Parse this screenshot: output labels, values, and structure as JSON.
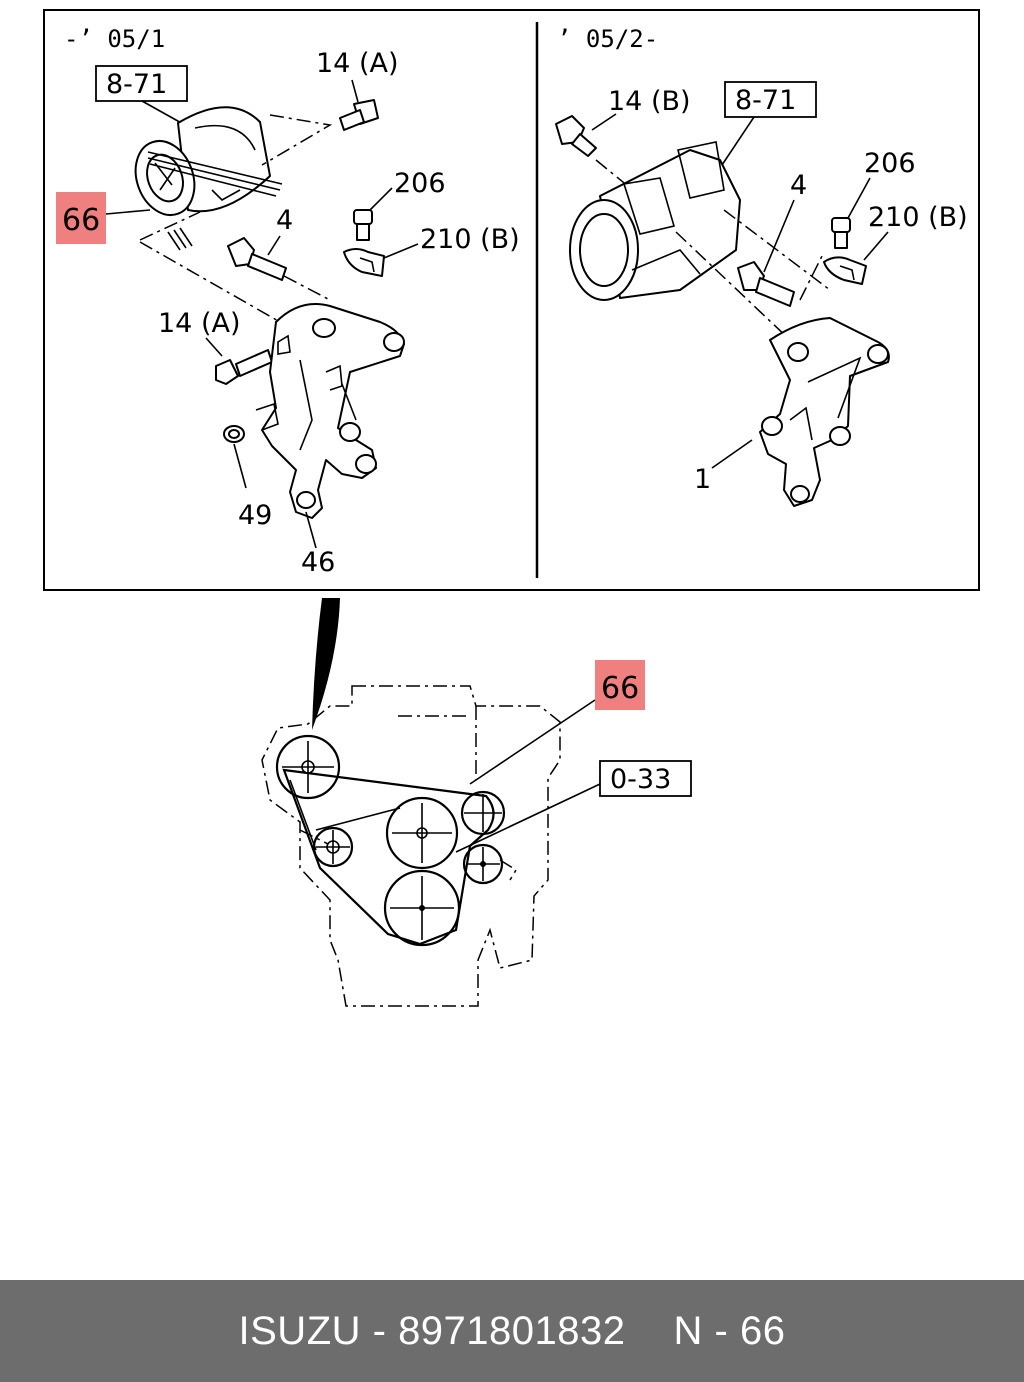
{
  "top_left_panel": {
    "range_label": "-’ 05/1",
    "labels": {
      "ref_box": "8-71",
      "highlight": "66",
      "bolt_a_top": "14 (A)",
      "bolt_4": "4",
      "bolt_206": "206",
      "clip_210b": "210 (B)",
      "bolt_a_left": "14 (A)",
      "nut_49": "49",
      "bracket_46": "46"
    }
  },
  "top_right_panel": {
    "range_label": "’ 05/2-",
    "labels": {
      "bolt_b": "14 (B)",
      "ref_box": "8-71",
      "bolt_206": "206",
      "bolt_4": "4",
      "clip_210b": "210 (B)",
      "bracket_1": "1"
    }
  },
  "engine_view": {
    "labels": {
      "highlight": "66",
      "ref_box": "0-33"
    }
  },
  "colors": {
    "highlight_fill": "#f08080",
    "footer_bg": "#6d6d6d",
    "footer_text": "#ffffff"
  },
  "footer": {
    "brand_part": "ISUZU - 8971801832",
    "page_ref": "N - 66"
  }
}
